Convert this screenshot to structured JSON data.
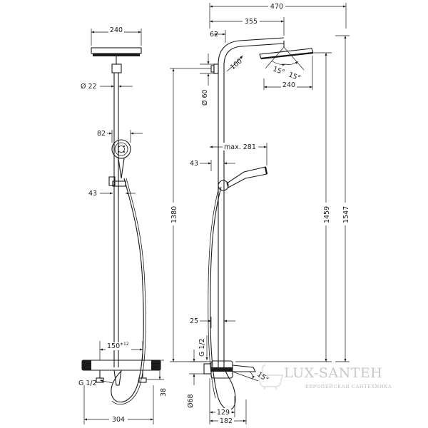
{
  "front_view": {
    "dims": {
      "head_width": "240",
      "pipe_dia": "Ø 22",
      "hand_shower": "82",
      "holder": "43",
      "spacing": "150",
      "spacing_tol": "±12",
      "thread": "G 1/2",
      "width_total": "304",
      "mixer_height": "38"
    }
  },
  "side_view": {
    "dims": {
      "top_width": "470",
      "arm_length": "355",
      "arm_offset": "62",
      "arm_angle": "100°",
      "head_angle_a": "15°",
      "head_angle_b": "15°",
      "head_width": "240",
      "rose_dia": "Ø 60",
      "hand_reach": "max. 281",
      "holder": "43",
      "height_1380": "1380",
      "height_1459": "1459",
      "height_1547": "1547",
      "spout_25": "25",
      "thread": "G 1/2",
      "dia_68": "Ø68",
      "spout_angle": "15°",
      "depth_129": "129",
      "depth_182": "182"
    }
  },
  "watermark": {
    "brand": "LUX-SANTEH",
    "tagline": "ЕВРОПЕЙСКАЯ САНТЕХНИКА"
  }
}
